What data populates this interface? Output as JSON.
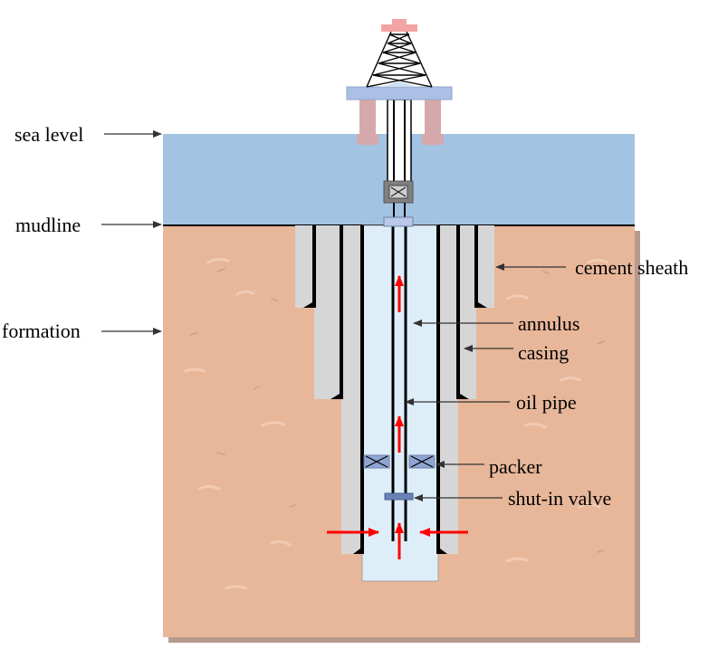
{
  "labels": {
    "sea_level": "sea level",
    "mudline": "mudline",
    "formation": "formation",
    "cement_sheath": "cement sheath",
    "annulus": "annulus",
    "casing": "casing",
    "oil_pipe": "oil pipe",
    "packer": "packer",
    "shut_in_valve": "shut-in valve"
  },
  "colors": {
    "sea": "#a3c3e2",
    "formation": "#e8b79a",
    "formation_shadow": "#b59a8d",
    "cement": "#d6d6d6",
    "well_fluid": "#ddeef9",
    "casing": "#000000",
    "flow_arrow": "#ff0000",
    "derrick_base": "#abc0e4",
    "derrick_top": "#f4a3a3",
    "rig_legs": "#d5a9ab",
    "packer": "#8fa6d3",
    "valve": "#6a82b6",
    "wellhead": "#808080",
    "label_arrow": "#333333"
  }
}
